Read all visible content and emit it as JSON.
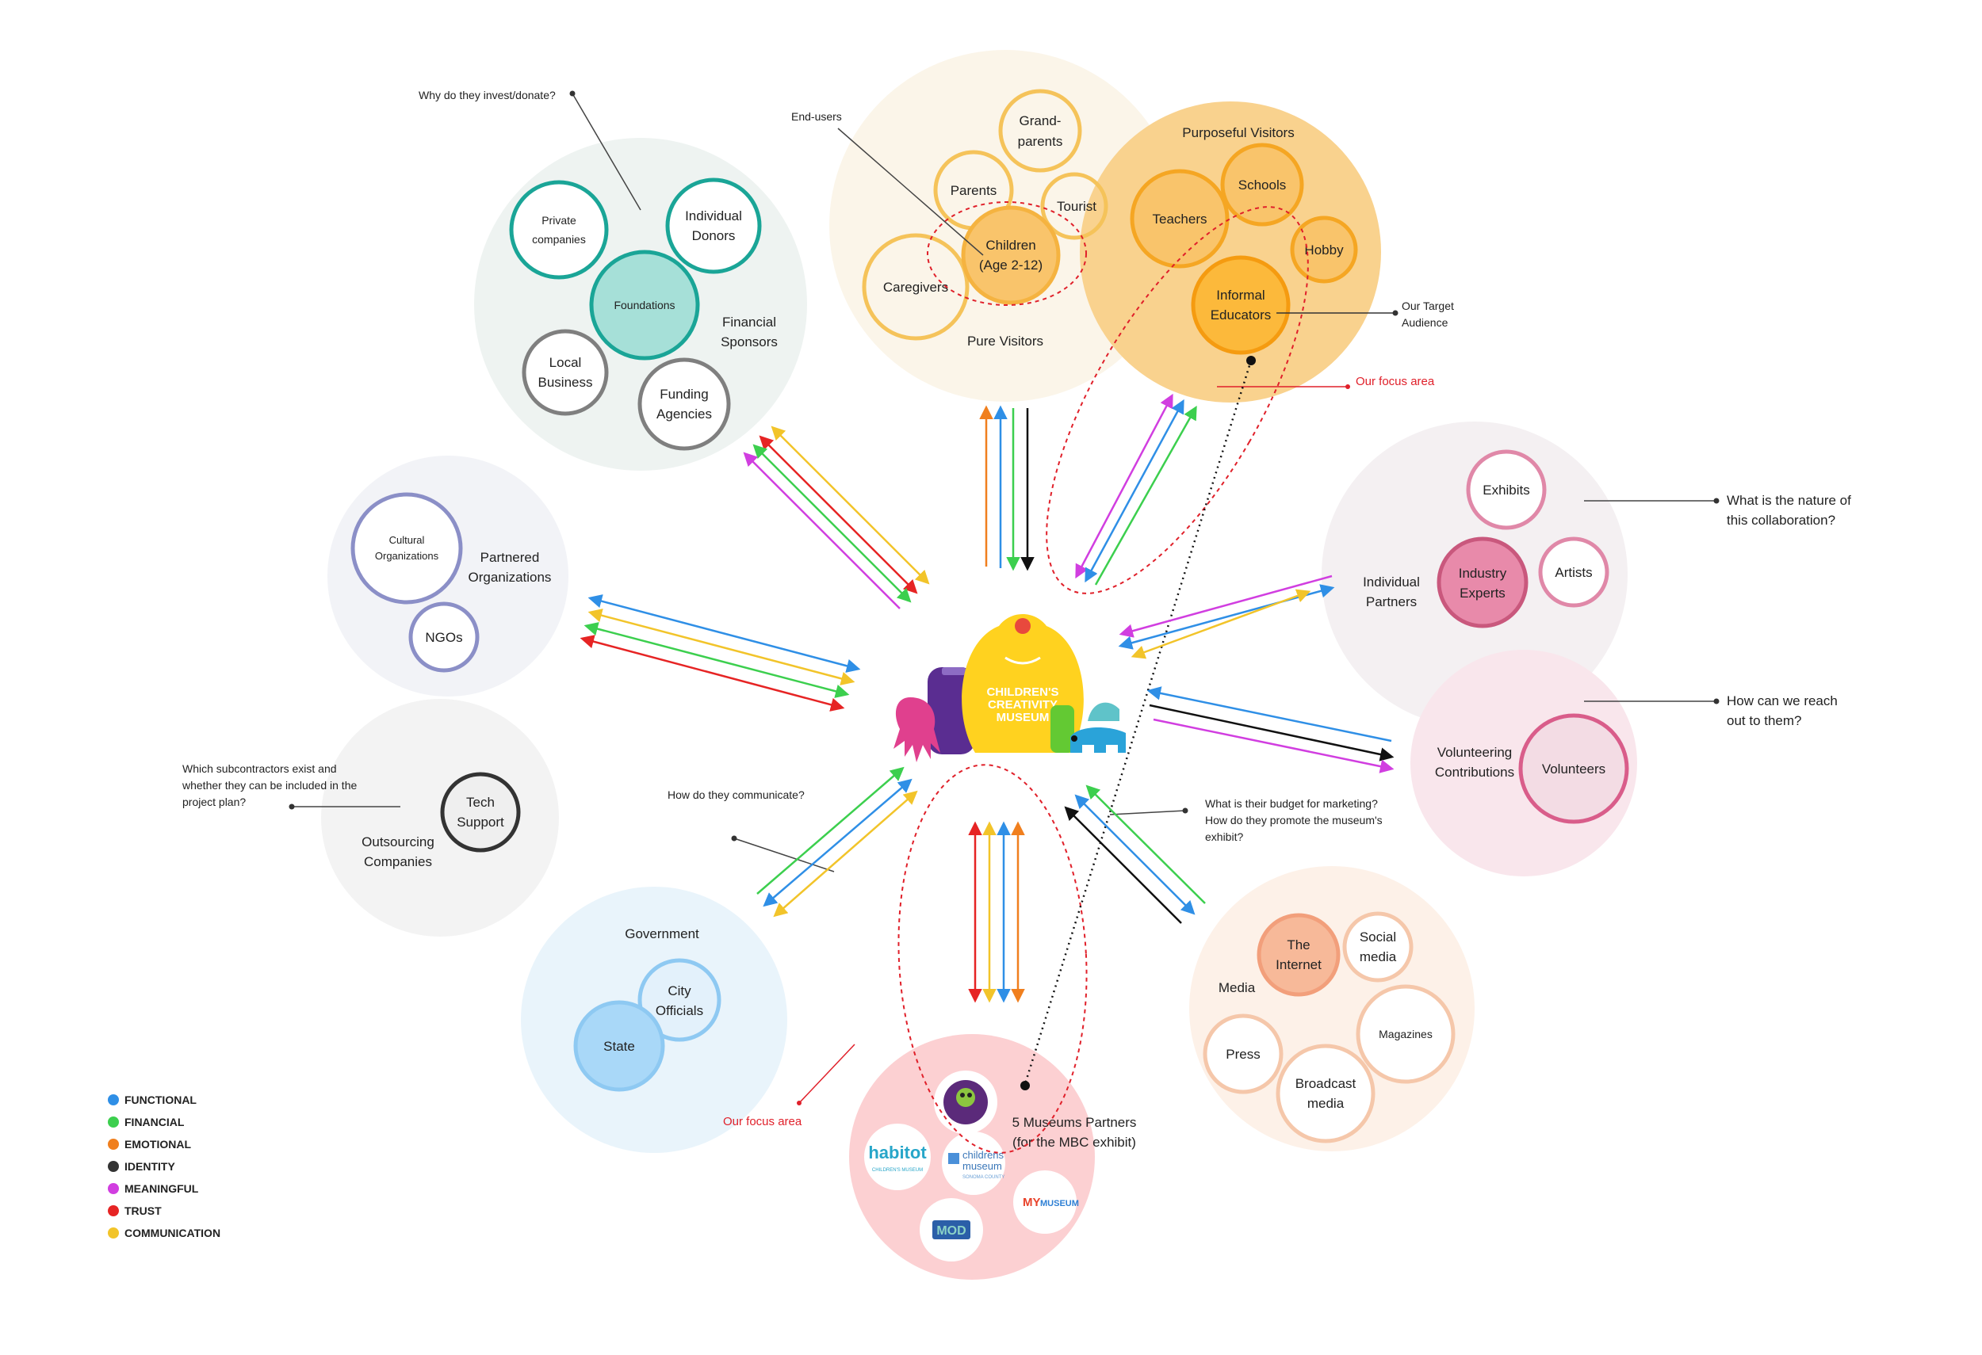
{
  "center": {
    "museum_name_line1": "CHILDREN'S",
    "museum_name_line2": "CREATIVITY",
    "museum_name_line3": "MUSEUM"
  },
  "groups": {
    "financial": {
      "title_line1": "Financial",
      "title_line2": "Sponsors",
      "question": "Why do they invest/donate?",
      "items": {
        "private_1": "Private",
        "private_2": "companies",
        "donors_1": "Individual",
        "donors_2": "Donors",
        "foundations": "Foundations",
        "local_1": "Local",
        "local_2": "Business",
        "funding_1": "Funding",
        "funding_2": "Agencies"
      }
    },
    "visitors": {
      "annotation": "End-users",
      "title": "Pure Visitors",
      "items": {
        "grand_1": "Grand-",
        "grand_2": "parents",
        "parents": "Parents",
        "tourist": "Tourist",
        "children_1": "Children",
        "children_2": "(Age 2-12)",
        "caregivers": "Caregivers"
      }
    },
    "purposeful": {
      "title": "Purposeful Visitors",
      "target_1": "Our Target",
      "target_2": "Audience",
      "focus": "Our focus area",
      "items": {
        "schools": "Schools",
        "teachers": "Teachers",
        "hobby": "Hobby",
        "informal_1": "Informal",
        "informal_2": "Educators"
      }
    },
    "partnered": {
      "title_line1": "Partnered",
      "title_line2": "Organizations",
      "items": {
        "cultural_1": "Cultural",
        "cultural_2": "Organizations",
        "ngos": "NGOs"
      }
    },
    "individual": {
      "title_line1": "Individual",
      "title_line2": "Partners",
      "question_1": "What is the nature of",
      "question_2": "this collaboration?",
      "items": {
        "exhibits": "Exhibits",
        "experts_1": "Industry",
        "experts_2": "Experts",
        "artists": "Artists"
      }
    },
    "volunteering": {
      "title_line1": "Volunteering",
      "title_line2": "Contributions",
      "question_1": "How can we reach",
      "question_2": "out to them?",
      "items": {
        "volunteers": "Volunteers"
      }
    },
    "outsourcing": {
      "title_line1": "Outsourcing",
      "title_line2": "Companies",
      "question_1": "Which subcontractors exist and",
      "question_2": "whether they can be included in the",
      "question_3": "project plan?",
      "items": {
        "tech_1": "Tech",
        "tech_2": "Support"
      }
    },
    "government": {
      "title": "Government",
      "question": "How do they communicate?",
      "items": {
        "city_1": "City",
        "city_2": "Officials",
        "state": "State"
      }
    },
    "media": {
      "title": "Media",
      "question_1": "What is their budget for marketing?",
      "question_2": "How do they promote the museum's",
      "question_3": "exhibit?",
      "items": {
        "internet_1": "The",
        "internet_2": "Internet",
        "social_1": "Social",
        "social_2": "media",
        "magazines": "Magazines",
        "press": "Press",
        "broadcast_1": "Broadcast",
        "broadcast_2": "media"
      }
    },
    "museums": {
      "title_line1": "5 Museums Partners",
      "title_line2": "(for the MBC exhibit)",
      "focus": "Our focus area",
      "logos": {
        "habitot": "habitot",
        "habitot_sub": "CHILDREN'S MUSEUM",
        "childrens_1": "childrens",
        "childrens_2": "museum",
        "childrens_3": "SONOMA COUNTY",
        "mymuseum_1": "MY",
        "mymuseum_2": "MUSEUM",
        "mod": "MOD"
      }
    }
  },
  "legend": [
    {
      "label": "FUNCTIONAL",
      "color": "#2f8fe6"
    },
    {
      "label": "FINANCIAL",
      "color": "#3ccf4e"
    },
    {
      "label": "EMOTIONAL",
      "color": "#f07f1e"
    },
    {
      "label": "IDENTITY",
      "color": "#333333"
    },
    {
      "label": "MEANINGFUL",
      "color": "#d13ee0"
    },
    {
      "label": "TRUST",
      "color": "#e62424"
    },
    {
      "label": "COMMUNICATION",
      "color": "#f2c42a"
    }
  ]
}
